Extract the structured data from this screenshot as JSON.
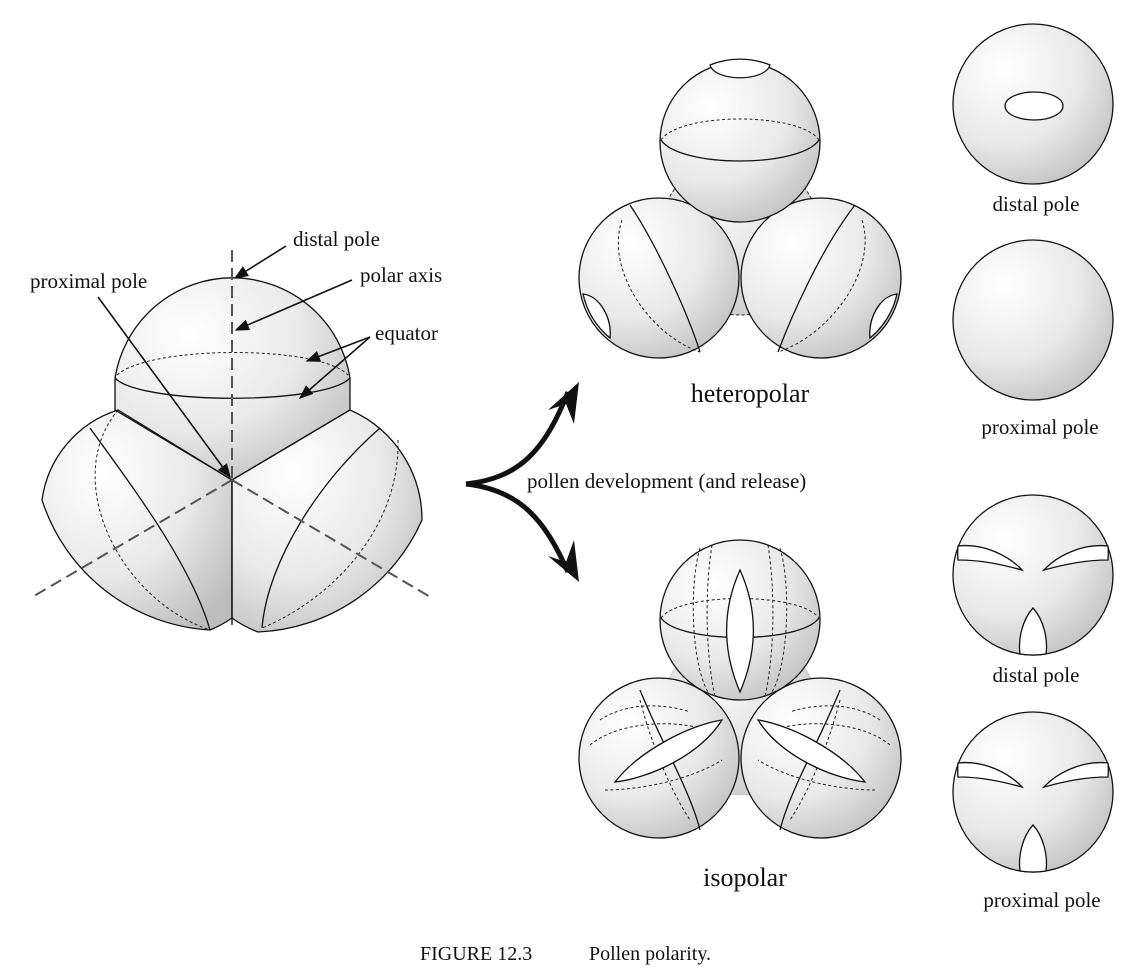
{
  "tetrad_labels": {
    "distal_pole": "distal pole",
    "polar_axis": "polar axis",
    "equator": "equator",
    "proximal_pole": "proximal pole"
  },
  "process_label": "pollen development (and release)",
  "heteropolar": {
    "title": "heteropolar",
    "distal_label": "distal pole",
    "proximal_label": "proximal pole"
  },
  "isopolar": {
    "title": "isopolar",
    "distal_label": "distal pole",
    "proximal_label": "proximal pole"
  },
  "caption": {
    "number": "FIGURE 12.3",
    "text": "Pollen polarity."
  }
}
